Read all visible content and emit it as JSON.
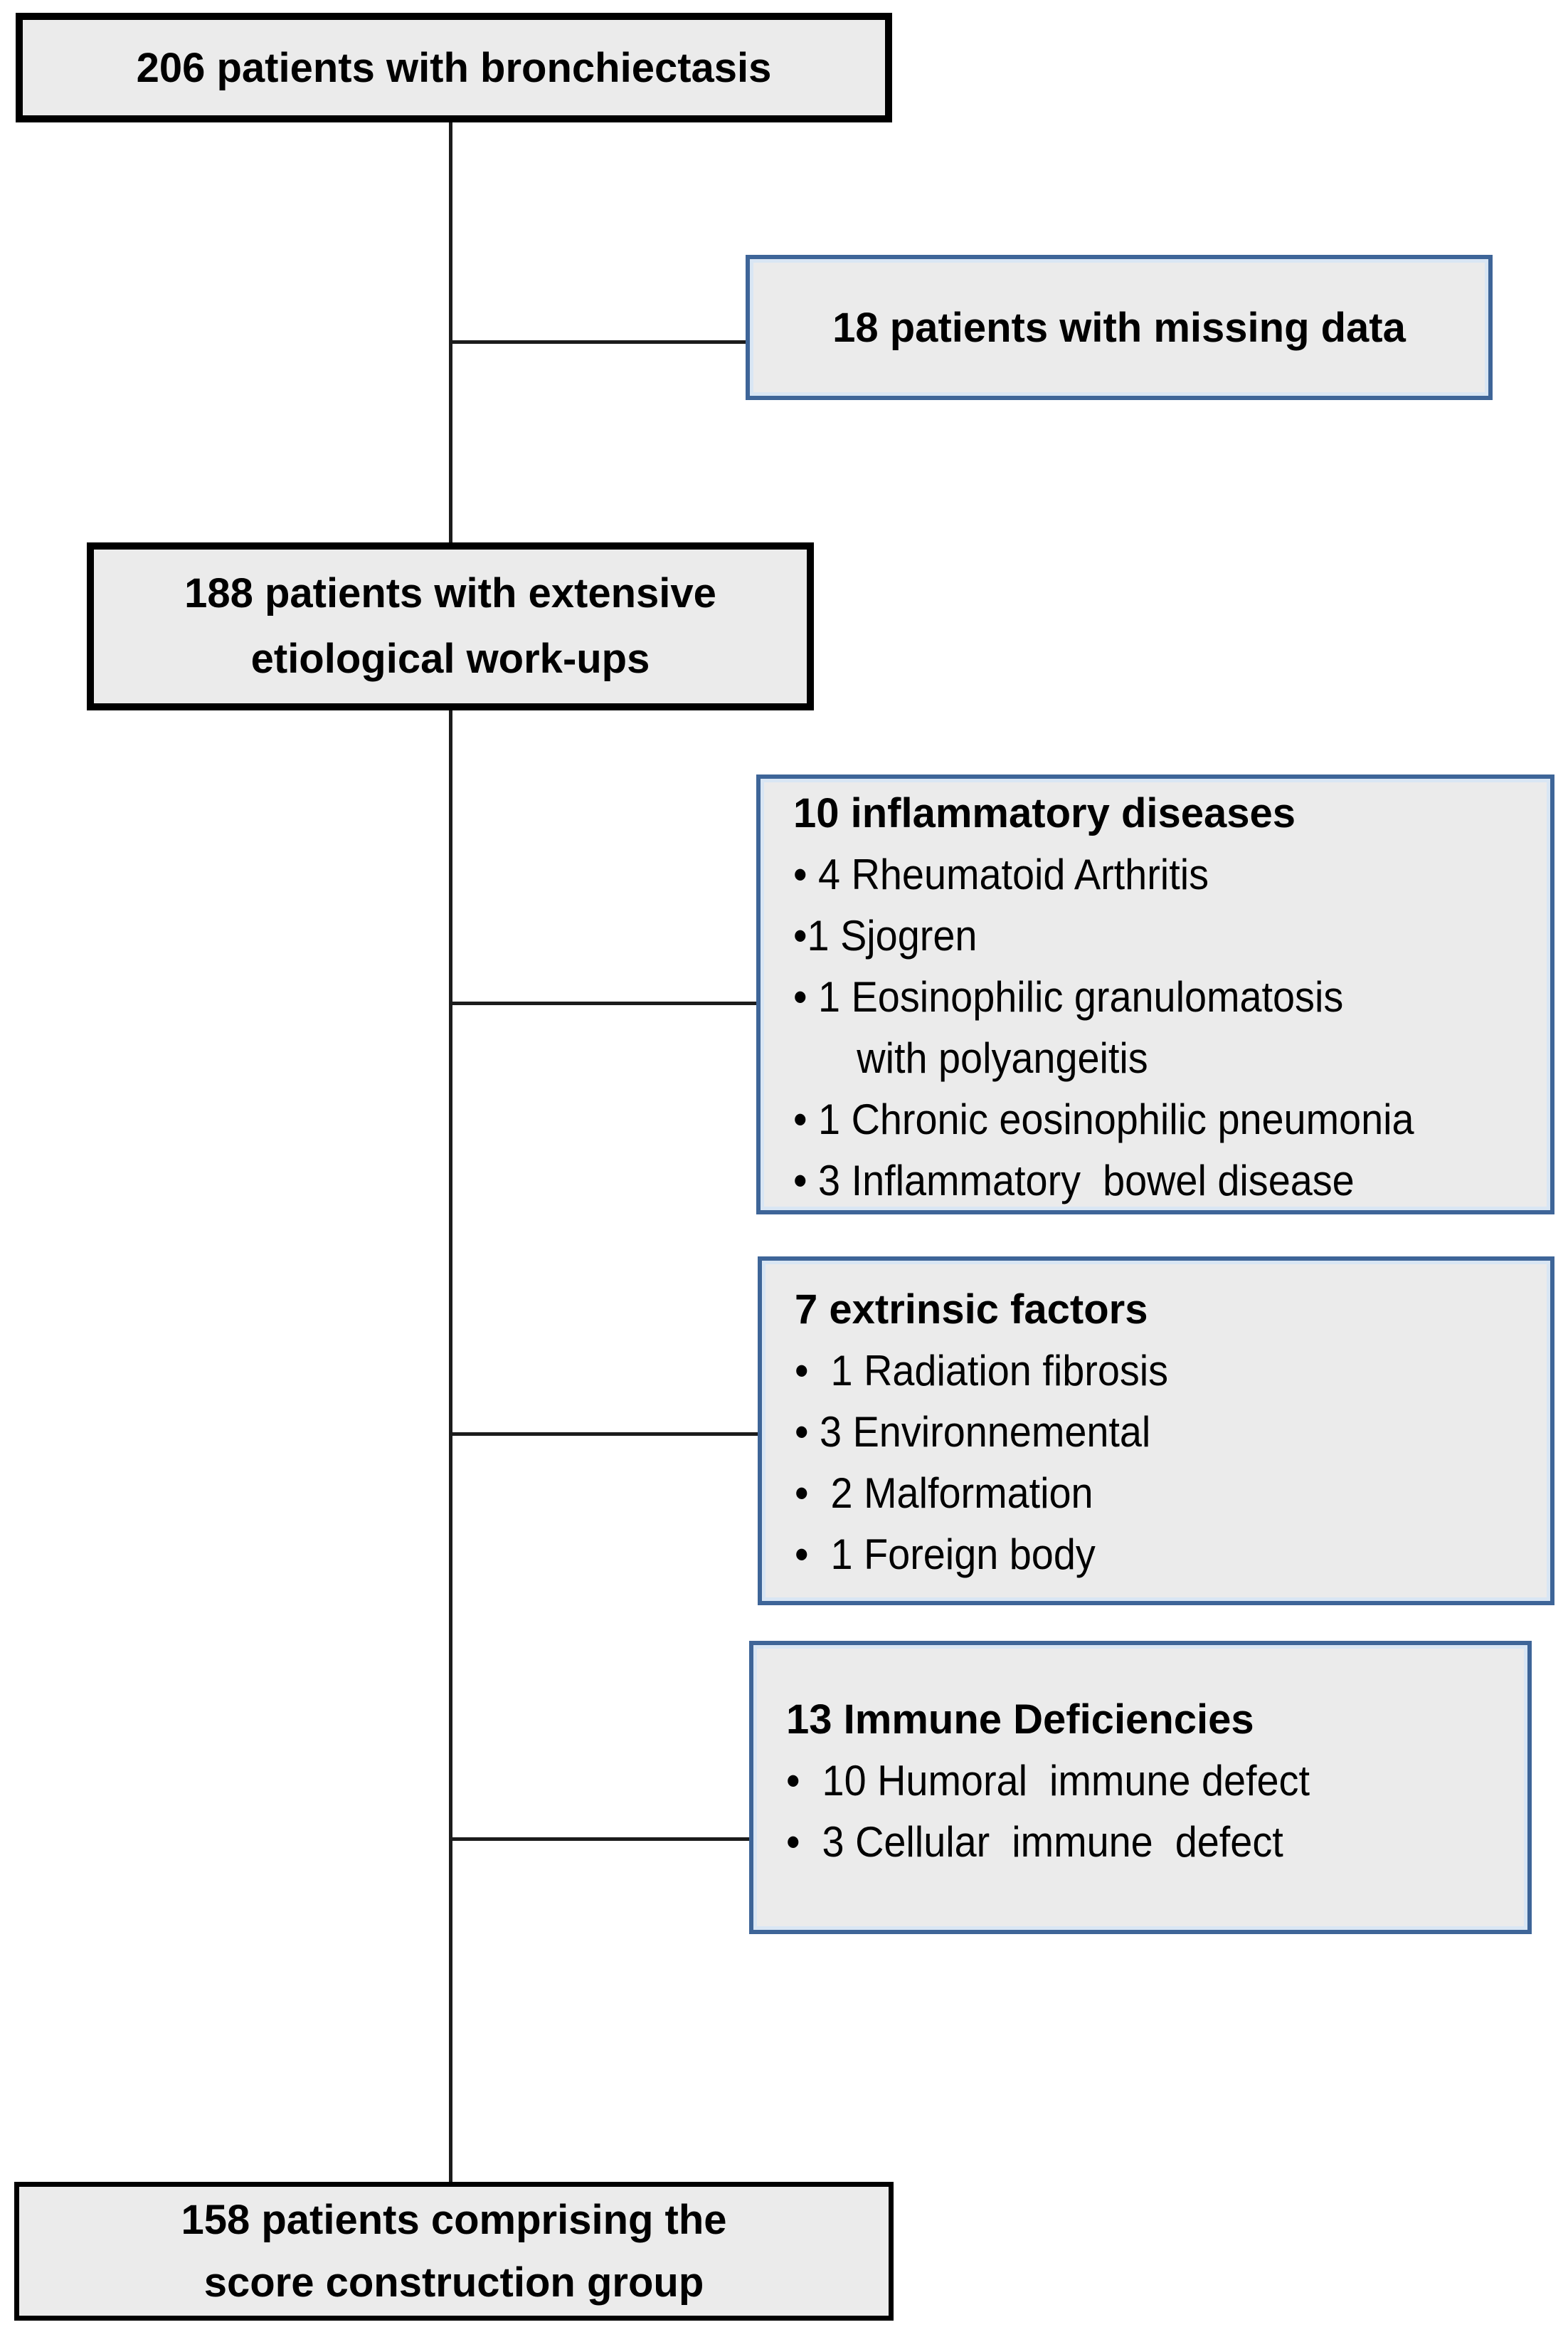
{
  "diagram": {
    "colors": {
      "background": "#ffffff",
      "box_fill": "#ebebeb",
      "black_border": "#000000",
      "blue_border": "#3e6598",
      "blue_inner_highlight": "#d9e6f4",
      "connector_line": "#1c1c1c"
    },
    "top_box": {
      "label": "206 patients with bronchiectasis"
    },
    "missing_box": {
      "label": "18 patients with missing data"
    },
    "workup_box": {
      "line1": "188 patients with extensive",
      "line2": "etiological work-ups"
    },
    "inflammatory_box": {
      "title": "10 inflammatory diseases",
      "items": [
        "• 4 Rheumatoid Arthritis",
        "•1 Sjogren",
        "• 1 Eosinophilic granulomatosis",
        "with polyangeitis",
        "• 1 Chronic eosinophilic pneumonia",
        "• 3 Inflammatory  bowel disease"
      ]
    },
    "extrinsic_box": {
      "title": "7 extrinsic factors",
      "items": [
        "•  1 Radiation fibrosis",
        "• 3 Environnemental",
        "•  2 Malformation",
        "•  1 Foreign body"
      ]
    },
    "immune_box": {
      "title": "13 Immune Deficiencies",
      "items": [
        "•  10 Humoral  immune defect",
        "•  3 Cellular  immune  defect"
      ]
    },
    "final_box": {
      "line1": "158 patients comprising the",
      "line2": "score construction group"
    }
  }
}
